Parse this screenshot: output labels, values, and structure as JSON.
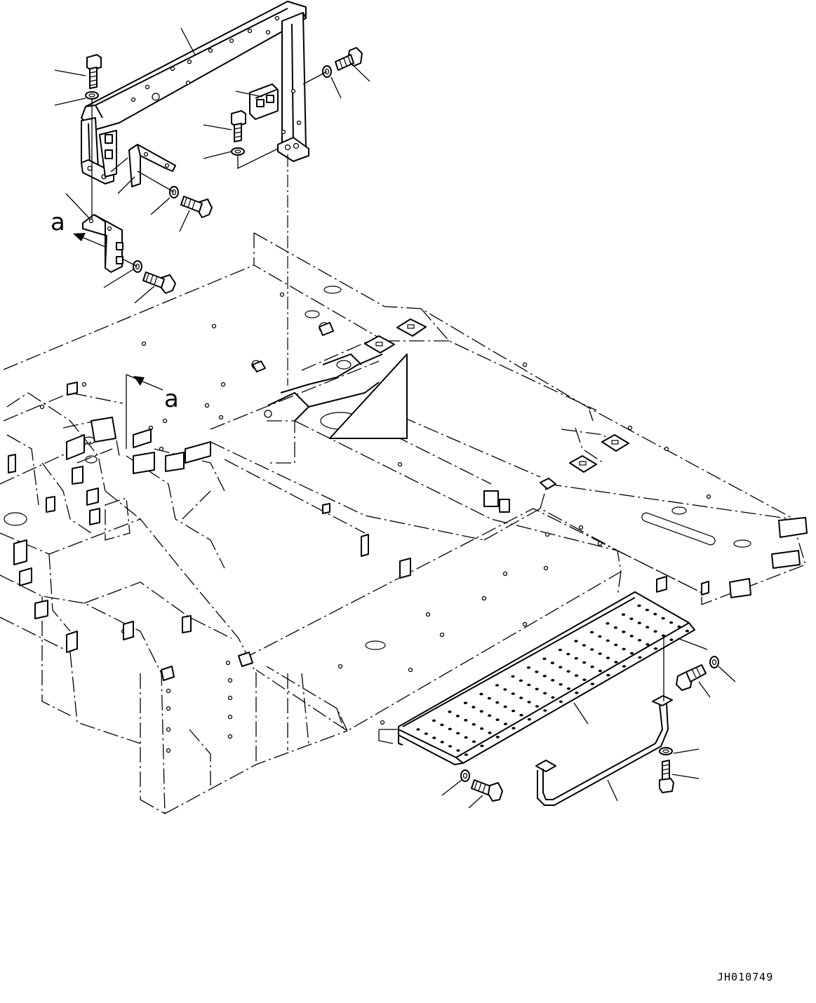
{
  "drawing": {
    "code": "JH010749",
    "view_marker_top": "a",
    "view_marker_frame": "a"
  }
}
